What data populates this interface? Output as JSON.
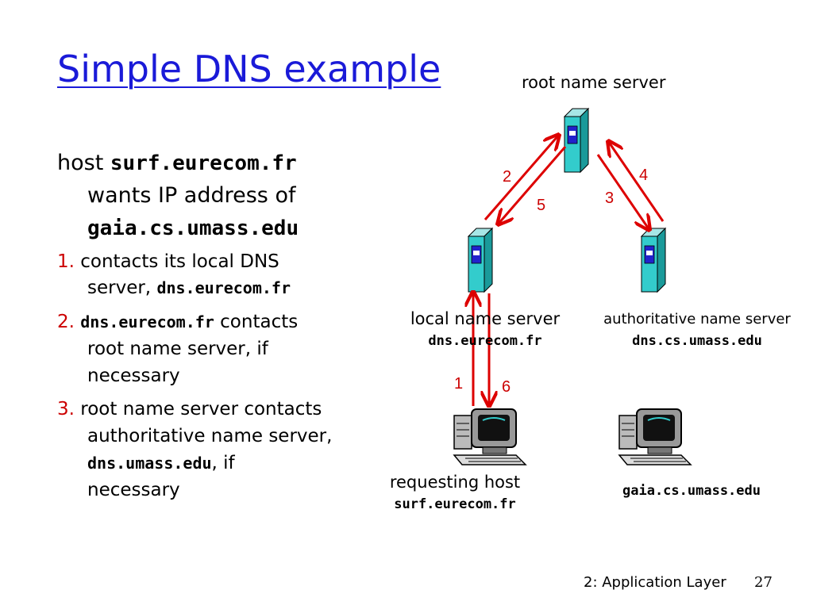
{
  "title": "Simple DNS example",
  "intro": {
    "prefix": "host",
    "host": "surf.eurecom.fr",
    "middle": "wants IP address of",
    "target": "gaia.cs.umass.edu"
  },
  "steps": [
    {
      "num": "1.",
      "line1_text": "contacts its local DNS",
      "line2_text": "server,",
      "line2_mono": "dns.eurecom.fr"
    },
    {
      "num": "2.",
      "line1_mono": "dns.eurecom.fr",
      "line1_text": "contacts",
      "line2": "root name server, if",
      "line3": "necessary"
    },
    {
      "num": "3.",
      "line1": "root name server contacts",
      "line2": "authoritative name server,",
      "line3_mono": "dns.umass.edu",
      "line3_text": ", if",
      "line4": "necessary"
    }
  ],
  "diagram": {
    "root_label": "root name server",
    "local_label": "local name server",
    "local_host": "dns.eurecom.fr",
    "auth_label": "authoritative name server",
    "auth_host": "dns.cs.umass.edu",
    "requesting_label": "requesting host",
    "requesting_host": "surf.eurecom.fr",
    "target_host": "gaia.cs.umass.edu",
    "arrow_labels": [
      "1",
      "2",
      "3",
      "4",
      "5",
      "6"
    ],
    "server_color": "#33cccc",
    "arrow_color": "#dd0000"
  },
  "footer": {
    "chapter": "2: Application Layer",
    "page": "27"
  }
}
